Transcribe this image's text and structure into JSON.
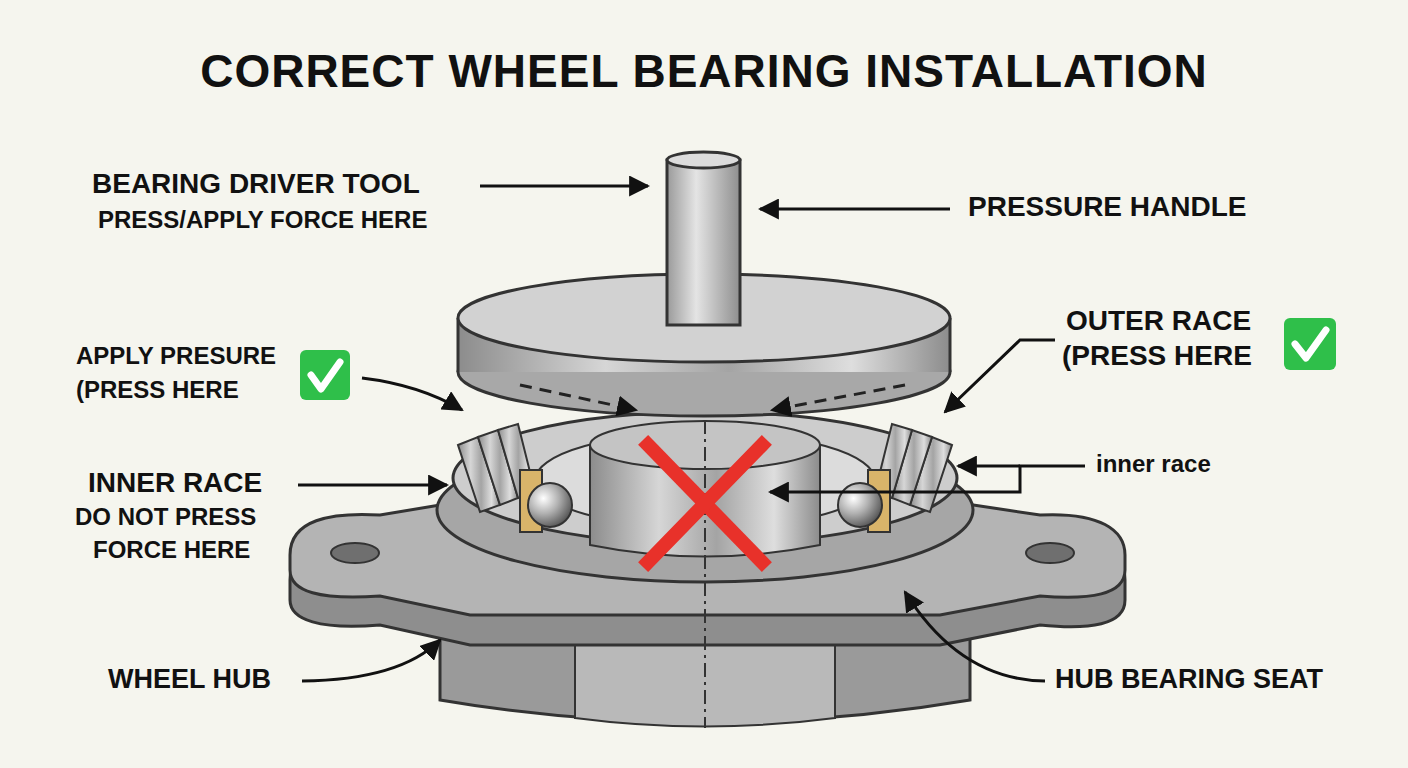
{
  "diagram": {
    "title": "CORRECT WHEEL BEARING INSTALLATION",
    "labels": [
      "BEARING DRIVER TOOL",
      "PRESS/APPLY FORCE HERE",
      "PRESSURE HANDLE",
      "OUTER RACE",
      "(PRESS HERE",
      "APPLY PRESURE",
      "(PRESS HERE",
      "inner race",
      "INNER RACE",
      "DO NOT PRESS",
      "FORCE HERE",
      "WHEEL HUB",
      "HUB BEARING SEAT"
    ]
  }
}
